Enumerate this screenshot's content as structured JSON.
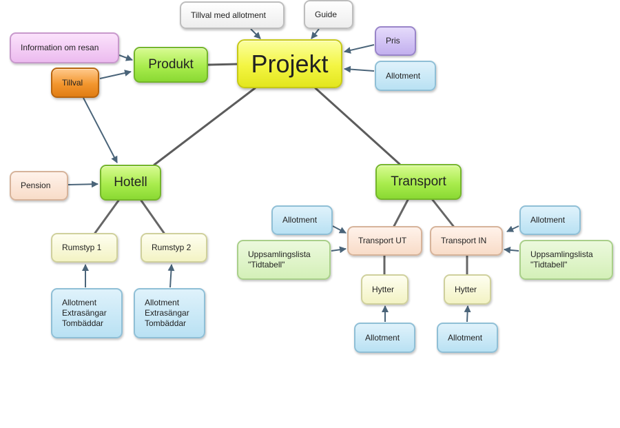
{
  "diagram": {
    "nodes": [
      {
        "id": "projekt",
        "label": "Projekt",
        "theme": "yellow",
        "level": "root"
      },
      {
        "id": "produkt",
        "label": "Produkt",
        "theme": "green",
        "level": "main"
      },
      {
        "id": "hotell",
        "label": "Hotell",
        "theme": "green",
        "level": "main"
      },
      {
        "id": "transport",
        "label": "Transport",
        "theme": "green",
        "level": "main"
      },
      {
        "id": "tillval-med-allotment",
        "label": "Tillval med allotment",
        "theme": "white",
        "level": "sub"
      },
      {
        "id": "guide",
        "label": "Guide",
        "theme": "white",
        "level": "sub"
      },
      {
        "id": "pris",
        "label": "Pris",
        "theme": "purple",
        "level": "sub"
      },
      {
        "id": "allotment-projekt",
        "label": "Allotment",
        "theme": "blue",
        "level": "sub"
      },
      {
        "id": "information-om-resan",
        "label": "Information om resan",
        "theme": "pink",
        "level": "sub"
      },
      {
        "id": "tillval",
        "label": "Tillval",
        "theme": "orange",
        "level": "sub"
      },
      {
        "id": "pension",
        "label": "Pension",
        "theme": "peach",
        "level": "sub"
      },
      {
        "id": "rumstyp-1",
        "label": "Rumstyp 1",
        "theme": "cream",
        "level": "sub"
      },
      {
        "id": "rumstyp-2",
        "label": "Rumstyp 2",
        "theme": "cream",
        "level": "sub"
      },
      {
        "id": "rumstyp-1-details",
        "label": "Allotment\nExtrasängar\nTombäddar",
        "theme": "blue",
        "level": "sub"
      },
      {
        "id": "rumstyp-2-details",
        "label": "Allotment\nExtrasängar\nTombäddar",
        "theme": "blue",
        "level": "sub"
      },
      {
        "id": "transport-ut",
        "label": "Transport UT",
        "theme": "peach",
        "level": "sub"
      },
      {
        "id": "transport-in",
        "label": "Transport IN",
        "theme": "peach",
        "level": "sub"
      },
      {
        "id": "allotment-ut",
        "label": "Allotment",
        "theme": "blue",
        "level": "sub"
      },
      {
        "id": "allotment-in",
        "label": "Allotment",
        "theme": "blue",
        "level": "sub"
      },
      {
        "id": "uppsamlingslista-ut",
        "label": "Uppsamlingslista\n\"Tidtabell\"",
        "theme": "lightgreen",
        "level": "sub"
      },
      {
        "id": "uppsamlingslista-in",
        "label": "Uppsamlingslista\n\"Tidtabell\"",
        "theme": "lightgreen",
        "level": "sub"
      },
      {
        "id": "hytter-ut",
        "label": "Hytter",
        "theme": "cream",
        "level": "sub"
      },
      {
        "id": "hytter-in",
        "label": "Hytter",
        "theme": "cream",
        "level": "sub"
      },
      {
        "id": "allotment-hytter-ut",
        "label": "Allotment",
        "theme": "blue",
        "level": "sub"
      },
      {
        "id": "allotment-hytter-in",
        "label": "Allotment",
        "theme": "blue",
        "level": "sub"
      }
    ],
    "connections": [
      {
        "from": "projekt",
        "to": "produkt",
        "type": "line"
      },
      {
        "from": "projekt",
        "to": "hotell",
        "type": "line"
      },
      {
        "from": "projekt",
        "to": "transport",
        "type": "line"
      },
      {
        "from": "hotell",
        "to": "rumstyp-1",
        "type": "line"
      },
      {
        "from": "hotell",
        "to": "rumstyp-2",
        "type": "line"
      },
      {
        "from": "transport",
        "to": "transport-ut",
        "type": "line"
      },
      {
        "from": "transport",
        "to": "transport-in",
        "type": "line"
      },
      {
        "from": "transport-ut",
        "to": "hytter-ut",
        "type": "line"
      },
      {
        "from": "transport-in",
        "to": "hytter-in",
        "type": "line"
      },
      {
        "from": "tillval-med-allotment",
        "to": "projekt",
        "type": "arrow"
      },
      {
        "from": "guide",
        "to": "projekt",
        "type": "arrow"
      },
      {
        "from": "pris",
        "to": "projekt",
        "type": "arrow"
      },
      {
        "from": "allotment-projekt",
        "to": "projekt",
        "type": "arrow"
      },
      {
        "from": "information-om-resan",
        "to": "produkt",
        "type": "arrow"
      },
      {
        "from": "tillval",
        "to": "produkt",
        "type": "arrow"
      },
      {
        "from": "tillval",
        "to": "hotell",
        "type": "arrow"
      },
      {
        "from": "pension",
        "to": "hotell",
        "type": "arrow"
      },
      {
        "from": "rumstyp-1-details",
        "to": "rumstyp-1",
        "type": "arrow"
      },
      {
        "from": "rumstyp-2-details",
        "to": "rumstyp-2",
        "type": "arrow"
      },
      {
        "from": "allotment-ut",
        "to": "transport-ut",
        "type": "arrow"
      },
      {
        "from": "uppsamlingslista-ut",
        "to": "transport-ut",
        "type": "arrow"
      },
      {
        "from": "allotment-in",
        "to": "transport-in",
        "type": "arrow"
      },
      {
        "from": "uppsamlingslista-in",
        "to": "transport-in",
        "type": "arrow"
      },
      {
        "from": "allotment-hytter-ut",
        "to": "hytter-ut",
        "type": "arrow"
      },
      {
        "from": "allotment-hytter-in",
        "to": "hytter-in",
        "type": "arrow"
      }
    ]
  }
}
